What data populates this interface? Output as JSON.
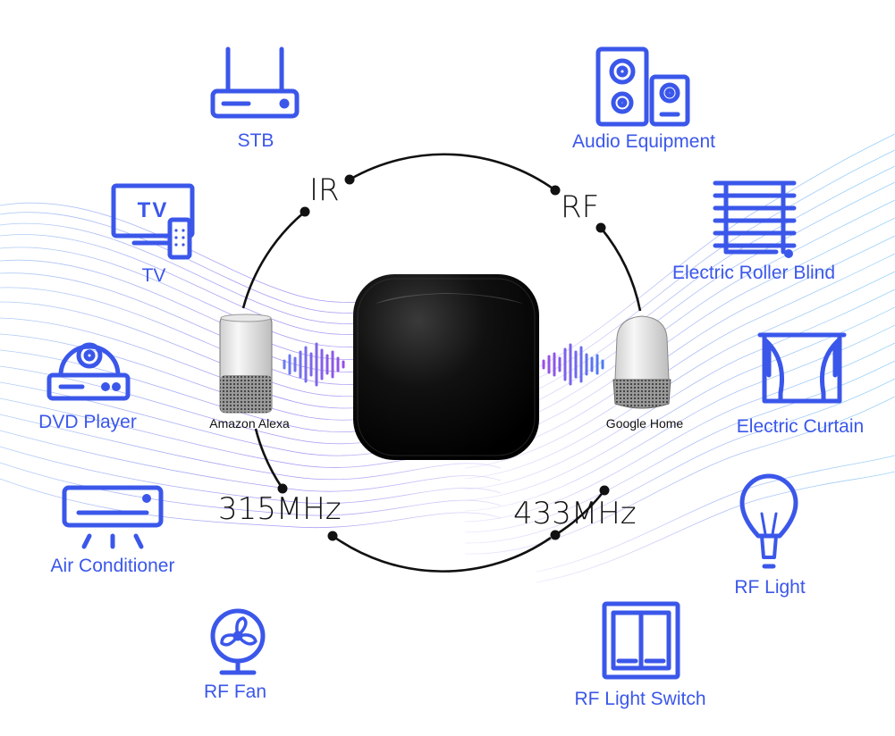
{
  "hub": {
    "name": ""
  },
  "protocols": {
    "ir": "IR",
    "rf": "RF",
    "mhz315": "315MHz",
    "mhz433": "433MHz"
  },
  "speakers": {
    "left": "Amazon Alexa",
    "right": "Google Home"
  },
  "devices": {
    "stb": "STB",
    "tv": "TV",
    "tv_screen_text": "TV",
    "dvd": "DVD Player",
    "ac": "Air Conditioner",
    "fan": "RF Fan",
    "audio": "Audio Equipment",
    "blind": "Electric Roller Blind",
    "curtain": "Electric Curtain",
    "light": "RF Light",
    "switch": "RF Light Switch"
  },
  "colors": {
    "accent": "#3b57ea",
    "wave_purple": "#7b5cf0",
    "hub": "#111111",
    "ring": "#111111"
  }
}
